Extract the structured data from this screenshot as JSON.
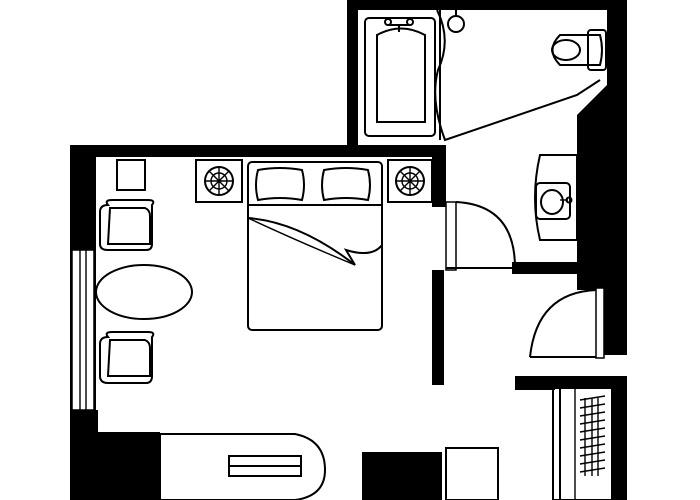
{
  "colors": {
    "wall": "#000000",
    "background": "#ffffff",
    "furniture_stroke": "#000000"
  },
  "rooms": [
    "bedroom",
    "bathroom",
    "entry-corridor",
    "closet"
  ],
  "fixtures": {
    "bedroom": [
      "double-bed",
      "pillow",
      "pillow",
      "nightstand-lamp",
      "nightstand-lamp",
      "armchair",
      "armchair",
      "oval-coffee-table",
      "side-table",
      "desk-console",
      "window"
    ],
    "bathroom": [
      "bathtub",
      "faucet",
      "toilet",
      "washbasin",
      "door"
    ],
    "entry": [
      "entry-door"
    ],
    "closet": [
      "hangers"
    ]
  }
}
